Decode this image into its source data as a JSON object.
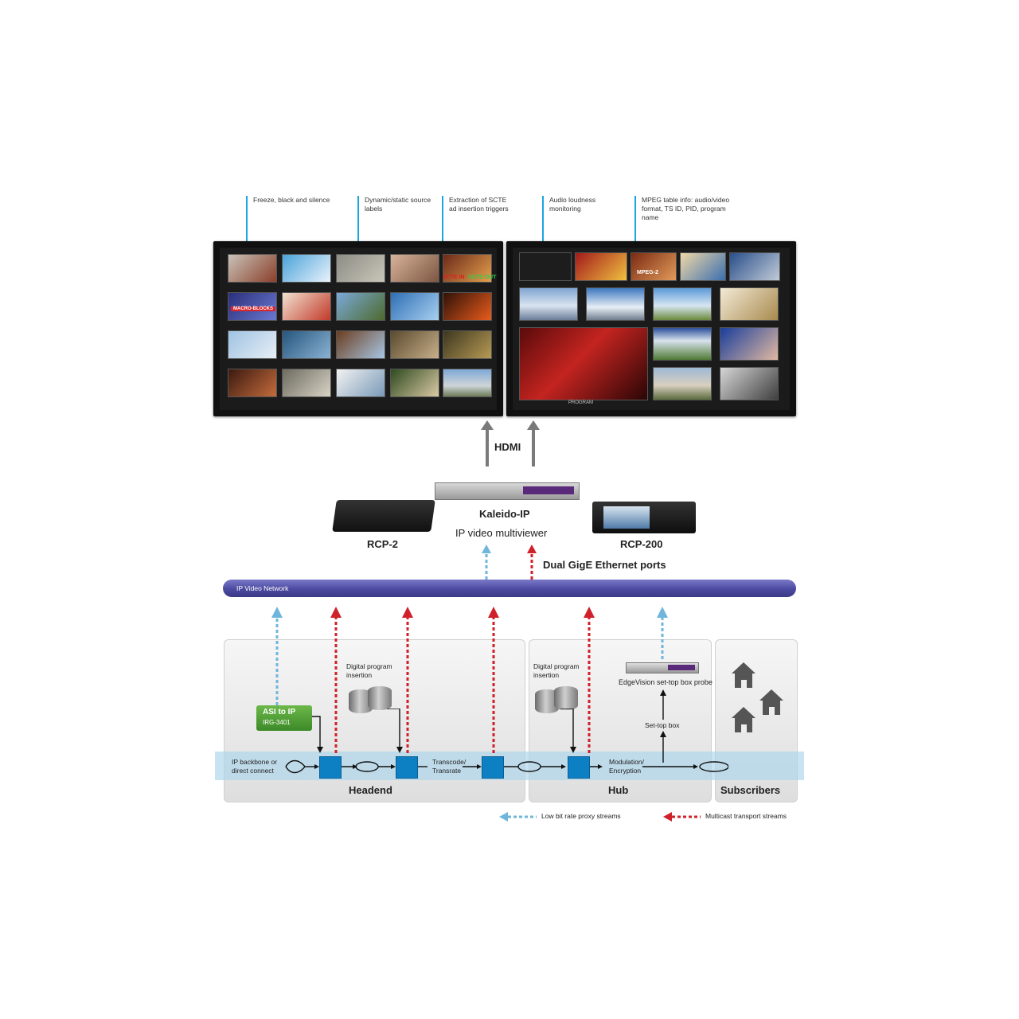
{
  "callouts": {
    "freeze": "Freeze, black and silence",
    "dynamic": "Dynamic/static source\nlabels",
    "scte": "Extraction of SCTE\nad insertion triggers",
    "audio": "Audio loudness\nmonitoring",
    "mpeg": "MPEG table info: audio/video\nformat, TS ID, PID, program\nname"
  },
  "monitor_labels": {
    "macro_blocks": "MACRO-BLOCKS",
    "scte_in": "SCTE IN",
    "scte_out": "SCTE OUT",
    "mpeg2": "MPEG-2",
    "program": "PROGRAM"
  },
  "hdmi": "HDMI",
  "kaleido": {
    "name": "Kaleido-IP",
    "subtitle": "IP video multiviewer"
  },
  "rcp2": "RCP-2",
  "rcp200": "RCP-200",
  "dual_gige": "Dual GigE Ethernet ports",
  "network": "IP Video Network",
  "headend": {
    "title": "Headend",
    "dpi_label": "Digital program\ninsertion",
    "asi_title": "ASI to IP",
    "asi_model": "IRG-3401",
    "backbone": "IP backbone or\ndirect connect",
    "transcode": "Transcode/\nTransrate"
  },
  "hub": {
    "title": "Hub",
    "dpi_label": "Digital program\ninsertion",
    "edgevision": "EdgeVision set-top box probe",
    "settop": "Set-top box",
    "modulation": "Modulation/\nEncryption"
  },
  "subscribers": {
    "title": "Subscribers"
  },
  "legend": {
    "proxy": "Low bit rate proxy streams",
    "multicast": "Multicast transport streams"
  },
  "colors": {
    "callout": "#1aa7e0",
    "proxy_arrow": "#6fb6dc",
    "multicast_arrow": "#d0202a",
    "network": "#4c4aa0",
    "router": "#0d80c4"
  }
}
